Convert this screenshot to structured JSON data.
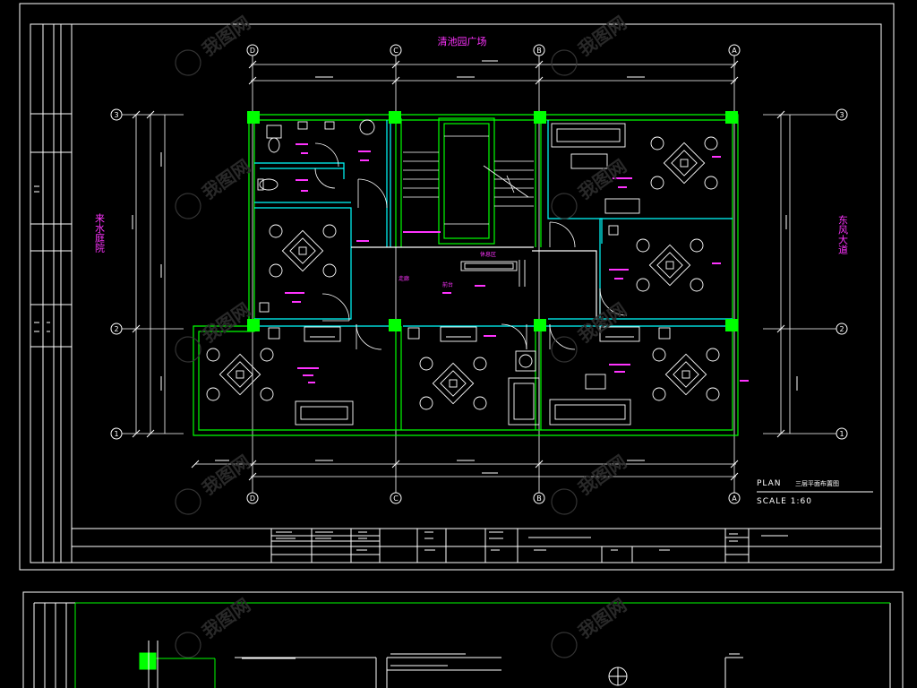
{
  "drawing": {
    "top_label": "清池园广场",
    "left_label": "来水庭院",
    "right_label": "东风大道",
    "plan_word": "PLAN",
    "plan_title": "三层平面布置图",
    "scale_text": "SCALE  1:60",
    "axis_letters": [
      "D",
      "C",
      "B",
      "A"
    ],
    "row_numbers": [
      "3",
      "2",
      "1"
    ],
    "center_title": "休息区",
    "lobby_label": "前台",
    "corridor_label": "走廊"
  },
  "colors": {
    "background": "#000000",
    "frame": "#ffffff",
    "wall_green": "#00ff00",
    "wall_cyan": "#00ffff",
    "text_magenta": "#ff33ff",
    "watermark": "#3a3a3a"
  },
  "watermark": {
    "text": "我图网"
  }
}
